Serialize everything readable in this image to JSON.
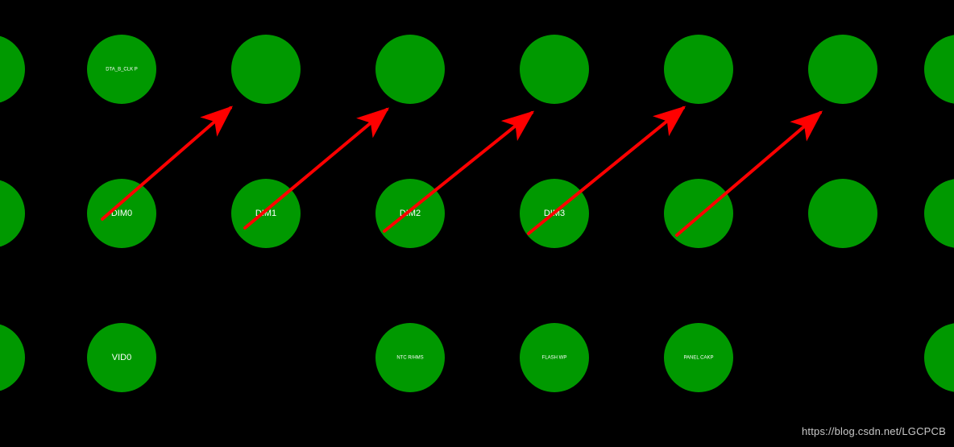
{
  "colors": {
    "background": "#000000",
    "pad_fill": "#009900",
    "arrow": "#ff0000",
    "label_text": "#ffffff",
    "watermark_text": "#c8c8c8"
  },
  "pads": {
    "top_row": [
      "DTA_B_CLK P",
      "",
      "",
      "",
      "",
      ""
    ],
    "middle_row": [
      "DIM0",
      "DIM1",
      "DIM2",
      "DIM3",
      "",
      ""
    ],
    "bottom_row": [
      "VID0",
      "",
      "NTC R/HMS",
      "FLASH WP",
      "PANEL CAKP",
      ""
    ]
  },
  "arrows": [
    {
      "from": "DIM0",
      "to": "top-row-pad-2"
    },
    {
      "from": "DIM1",
      "to": "top-row-pad-3"
    },
    {
      "from": "DIM2",
      "to": "top-row-pad-4"
    },
    {
      "from": "DIM3",
      "to": "top-row-pad-5"
    },
    {
      "from": "middle-row-pad-5",
      "to": "top-row-pad-6"
    }
  ],
  "watermark": "https://blog.csdn.net/LGCPCB"
}
